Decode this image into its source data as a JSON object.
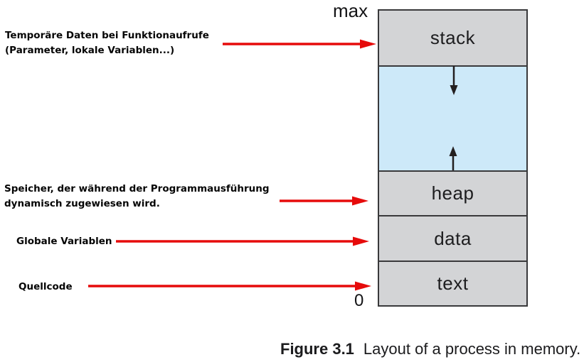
{
  "figure": {
    "caption_label": "Figure 3.1",
    "caption_text": "Layout of a process in memory."
  },
  "memory_map": {
    "max_label": "max",
    "zero_label": "0",
    "segments": [
      {
        "id": "stack",
        "label": "stack"
      },
      {
        "id": "hole",
        "label": ""
      },
      {
        "id": "heap",
        "label": "heap"
      },
      {
        "id": "data",
        "label": "data"
      },
      {
        "id": "text",
        "label": "text"
      }
    ]
  },
  "annotations": [
    {
      "target": "stack",
      "lines": [
        "Temporäre Daten bei Funktionaufrufe",
        "(Parameter, lokale Variablen...)"
      ]
    },
    {
      "target": "heap",
      "lines": [
        "Speicher, der während der Programmausführung",
        "dynamisch zugewiesen wird."
      ]
    },
    {
      "target": "data",
      "lines": [
        "Globale Variablen"
      ]
    },
    {
      "target": "text",
      "lines": [
        "Quellcode"
      ]
    }
  ],
  "icons": {
    "annotation_arrow": "arrow-right-red",
    "stack_growth_arrow": "arrow-down-black",
    "heap_growth_arrow": "arrow-up-black"
  },
  "colors": {
    "segment_gray": "#d3d4d6",
    "hole_blue": "#cde9f9",
    "border": "#39393b",
    "arrow_red": "#e60b0b",
    "arrow_black": "#231f20"
  }
}
